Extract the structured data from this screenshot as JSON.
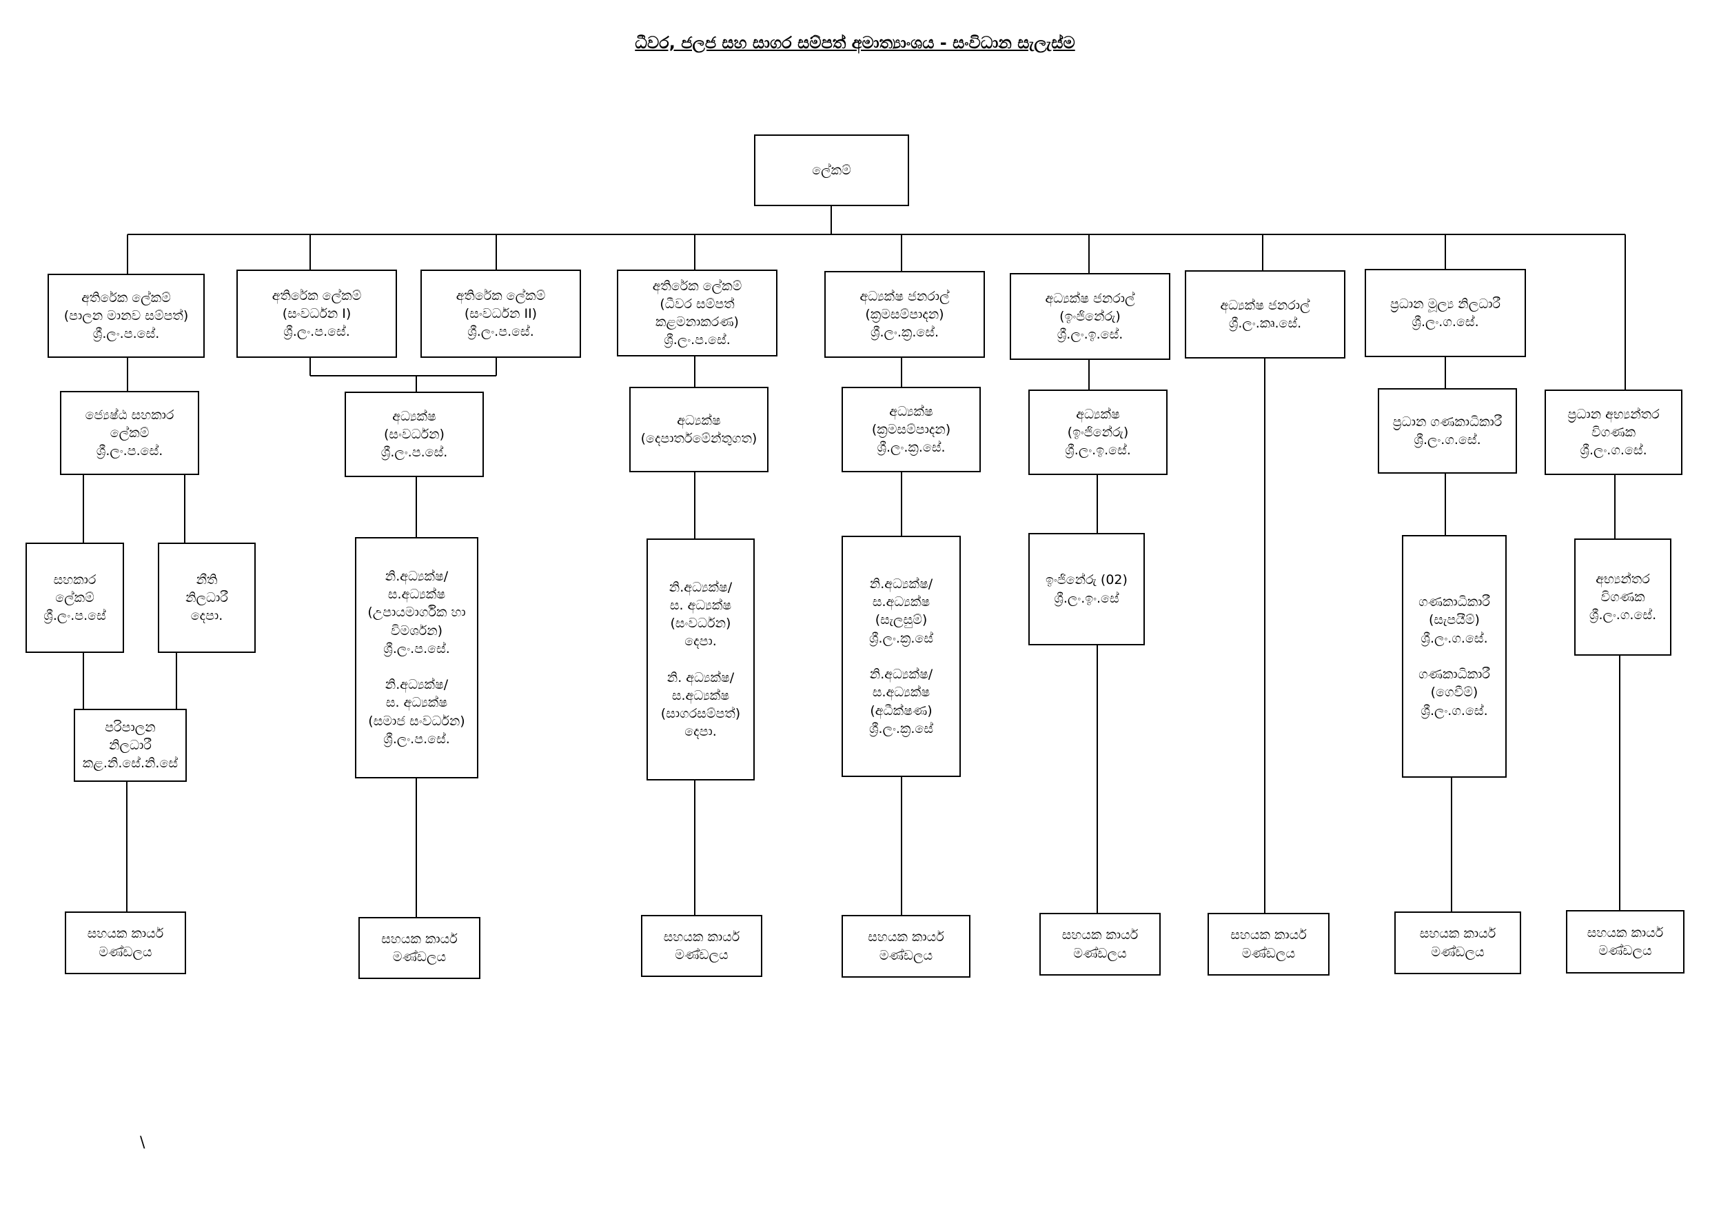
{
  "title": "ධීවර, ජලජ සහ සාගර සම්පත් අමාත්‍යාංශය - සංවිධාන සැලැස්ම",
  "footer_mark": "\\",
  "nodes": {
    "secretary": "ලේකම්",
    "addl_sec_admin": "අතිරේක ලේකම්\n(පාලන මානව සම්පත්)\nශ්‍රී.ලං.ප.සේ.",
    "addl_sec_dev1": "අතිරේක ලේකම්\n(සංවර්ධන I)\nශ්‍රී.ලං.ප.සේ.",
    "addl_sec_dev2": "අතිරේක ලේකම්\n(සංවර්ධන II)\nශ්‍රී.ලං.ප.සේ.",
    "addl_sec_fishery": "අතිරේක ලේකම්\n(ධීවර සම්පත්\nකළමනාකරණ)\nශ්‍රී.ලං.ප.සේ.",
    "dg_planning": "අධ්‍යක්ෂ ජනරාල්\n(ක්‍රමසම්පාදන)\nශ්‍රී.ලං.ක්‍ර.සේ.",
    "dg_engineering": "අධ්‍යක්ෂ ජනරාල්\n(ඉංජිනේරු)\nශ්‍රී.ලං.ඉ.සේ.",
    "dg_science": "අධ්‍යක්ෂ ජනරාල්\nශ්‍රී.ලං.කෘ.සේ.",
    "chief_financial": "ප්‍රධාන මූල්‍ය නිලධාරී\nශ්‍රී.ලං.ග.සේ.",
    "chief_internal_auditor": "ප්‍රධාන අභ්‍යන්තර\nවිගණක\nශ්‍රී.ලං.ග.සේ.",
    "senior_asst_sec": "ජ්‍යෙෂ්ඨ සහකාර\nලේකම්\nශ්‍රී.ලං.ප.සේ.",
    "director_dev": "අධ්‍යක්ෂ\n(සංවර්ධන)\nශ්‍රී.ලං.ප.සේ.",
    "director_departmental": "අධ්‍යක්ෂ\n(දෙපාර්තමේන්තුගත)",
    "director_planning": "අධ්‍යක්ෂ\n(ක්‍රමසම්පාදන)\nශ්‍රී.ලං.ක්‍ර.සේ.",
    "director_engineering": "අධ්‍යක්ෂ\n(ඉංජිනේරු)\nශ්‍රී.ලං.ඉ.සේ.",
    "chief_accountant": "ප්‍රධාන ගණකාධිකාරී\nශ්‍රී.ලං.ග.සේ.",
    "asst_sec": "සහකාර\nලේකම්\nශ්‍රී.ලං.ප.සේ",
    "legal_officer": "නීති\nනිලධාරී\nදෙපා.",
    "admin_officer": "පරිපාලන\nනිලධාරී\nකළ.නි.සේ.නි.සේ",
    "dep_dir_dev": "නි.අධ්‍යක්ෂ/\nස.අධ්‍යක්ෂ\n(උපායමාර්ගික හා\nවිමර්ශන)\nශ්‍රී.ලං.ප.සේ.\n\nනි.අධ්‍යක්ෂ/\nස. අධ්‍යක්ෂ\n(සමාජ සංවර්ධන)\nශ්‍රී.ලං.ප.සේ.",
    "dep_dir_departmental": "නි.අධ්‍යක්ෂ/\nස. අධ්‍යක්ෂ\n(සංවර්ධන)\nදෙපා.\n\nනි. අධ්‍යක්ෂ/\nස.අධ්‍යක්ෂ\n(සාගරසම්පත්)\nදෙපා.",
    "dep_dir_planning": "නි.අධ්‍යක්ෂ/\nස.අධ්‍යක්ෂ\n(සැලසුම්)\nශ්‍රී.ලං.ක්‍ර.සේ\n\nනි.අධ්‍යක්ෂ/\nස.අධ්‍යක්ෂ\n(අධීක්ෂණ)\nශ්‍රී.ලං.ක්‍ර.සේ",
    "engineers": "ඉංජිනේරු (02)\nශ්‍රී.ලං.ඉං.සේ",
    "accountants": "ගණකාධිකාරී\n(සැපයීම්)\nශ්‍රී.ලං.ග.සේ.\n\nගණකාධිකාරී\n(ගෙවීම්)\nශ්‍රී.ලං.ග.සේ.",
    "internal_auditor": "අභ්‍යන්තර\nවිගණක\nශ්‍රී.ලං.ග.සේ.",
    "support_staff": "සහයක කාර්ය\nමණ්ඩලය"
  }
}
